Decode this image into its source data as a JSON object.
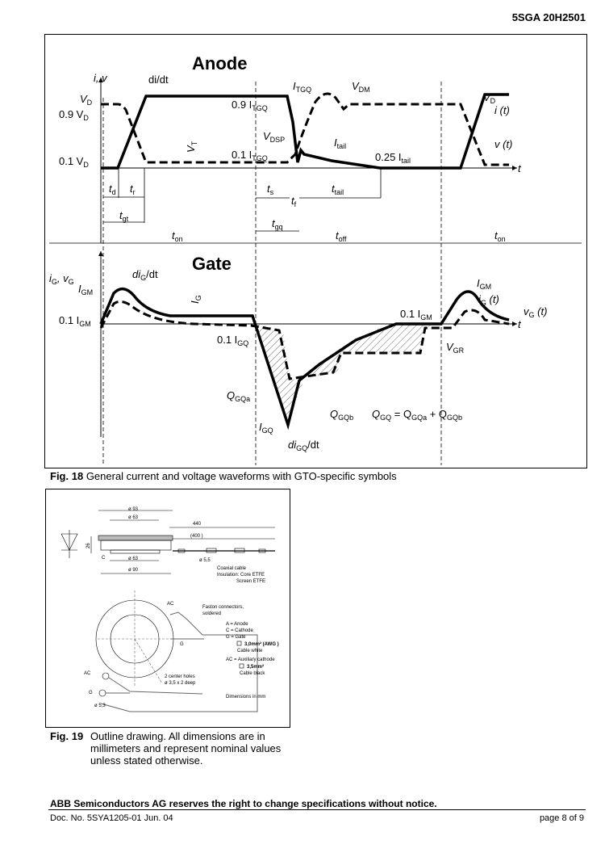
{
  "header": {
    "doc_id": "5SGA 20H2501"
  },
  "fig18": {
    "caption_num": "Fig. 18",
    "caption": "General current and voltage waveforms with GTO-specific symbols",
    "anode_title": "Anode",
    "gate_title": "Gate",
    "labels": {
      "iv": "i, v",
      "didt": "di/dt",
      "VD": "V",
      "VDs": "D",
      "p9VD": "0.9 V",
      "p1VD": "0.1 V",
      "VT": "V",
      "VTs": "T",
      "ITGQ": "I",
      "ITGQs": "TGQ",
      "p9ITGQ": "0.9 I",
      "p1ITGQ": "0.1 I",
      "VDM": "V",
      "VDMs": "DM",
      "VDSP": "V",
      "VDSPs": "DSP",
      "Itail": "I",
      "Itails": "tail",
      "p25Itail": "0.25 I",
      "it": "i (t)",
      "vt": "v (t)",
      "t": "t",
      "td": "t",
      "tds": "d",
      "tr": "t",
      "trs": "r",
      "tgt": "t",
      "tgts": "gt",
      "ts": "t",
      "tss": "s",
      "tf": "t",
      "tfs": "f",
      "ttail": "t",
      "ttails": "tail",
      "tgq": "t",
      "tgqs": "gq",
      "ton": "t",
      "tons": "on",
      "toff": "t",
      "toffs": "off",
      "iGvG": "i",
      "iGvGs": "G",
      "iGvG2": ", v",
      "IGM": "I",
      "IGMs": "GM",
      "p1IGM": "0.1 I",
      "diGdt1": "di",
      "diGdt2": "/dt",
      "IG": "I",
      "IGs": "G",
      "p1IGQ": "0.1 I",
      "IGQs": "GQ",
      "QGQa": "Q",
      "QGQas": "GQa",
      "QGQb": "Q",
      "QGQbs": "GQb",
      "IGQ": "I",
      "QGQeq": "Q",
      "QGQeq2": " = Q",
      "QGQeq3": " + Q",
      "VGR": "V",
      "VGRs": "GR",
      "iGt": "i",
      "iGt2": " (t)",
      "vGt": "v",
      "vGt2": " (t)",
      "G": "G"
    }
  },
  "fig19": {
    "caption_num": "Fig. 19",
    "caption": "Outline drawing. All dimensions are in millimeters and represent nominal values unless stated otherwise.",
    "dims": {
      "d93": "ø 93",
      "d63a": "ø 63",
      "d440": "440",
      "d400": "(400 )",
      "d26": "26",
      "d63b": "ø 63",
      "d90": "ø 90",
      "d55": "ø 5,5",
      "d53": "ø 5,3",
      "C": "C"
    },
    "notes": {
      "coax": "Coaxial cable",
      "ins1": "Insulation: Core ETFE",
      "ins2": "Screen ETFE",
      "faston": "Faston connectors,",
      "soldered": "soldered",
      "A": "A = Anode",
      "Cc": "C = Cathode",
      "Gg": "G = Gate",
      "c1": "3,0mm² (AWG )",
      "c1b": "Cable white",
      "AC": "AC = Auxiliary cathode",
      "c2": "3,5mm²",
      "c2b": "Cable black",
      "holes1": "2 center holes",
      "holes2": "ø 3,5 x 2 deep",
      "dims": "Dimensions in mm",
      "lblAC": "AC",
      "lblG": "G"
    }
  },
  "footer": {
    "disclaimer": "ABB Semiconductors AG reserves the right to change specifications without notice.",
    "doc_no": "Doc. No. 5SYA1205-01 Jun. 04",
    "page": "page 8 of 9"
  }
}
